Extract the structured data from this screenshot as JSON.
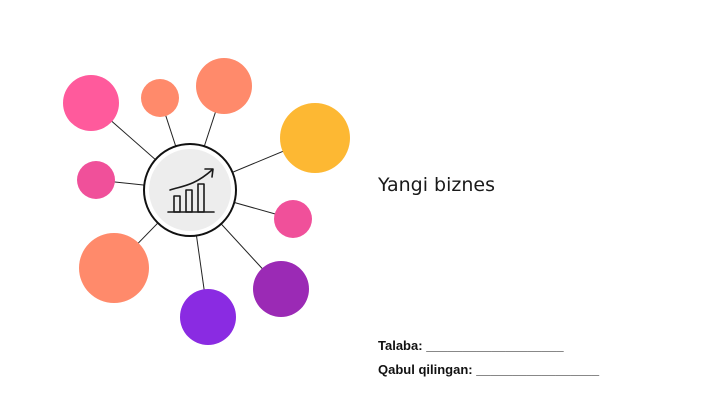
{
  "slide": {
    "title": "Yangi biznes",
    "fields": [
      {
        "label": "Talaba:",
        "line": "___________________"
      },
      {
        "label": "Qabul qilingan:",
        "line": "_________________"
      }
    ]
  },
  "diagram": {
    "center_icon": "growth-chart-icon",
    "center_fill": "#ededed",
    "colors": {
      "pink": "#ff5a9c",
      "salmon": "#ff8a6b",
      "yellow": "#fdb833",
      "magenta": "#f0509a",
      "purple": "#9b2ab5",
      "violet": "#8a2be2"
    }
  }
}
